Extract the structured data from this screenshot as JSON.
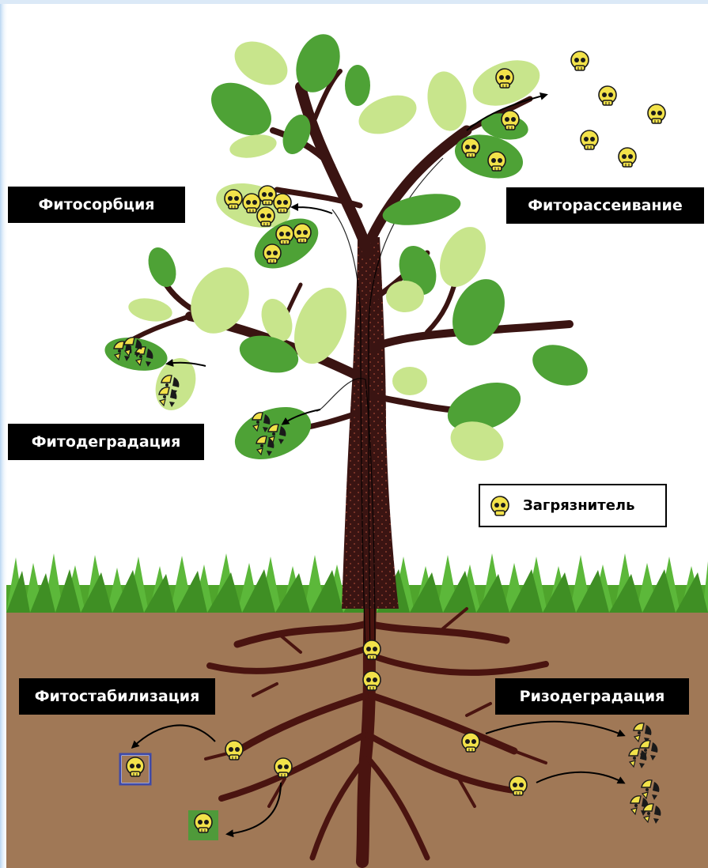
{
  "labels": {
    "phytosorption": "Фитосорбция",
    "phytovolatilization": "Фиторассеивание",
    "phytodegradation": "Фитодеградация",
    "phytostabilization": "Фитостабилизация",
    "rhizodegradation": "Ризодеградация"
  },
  "legend": {
    "icon": "pollutant-skull-icon",
    "label": "Загрязнитель"
  },
  "colors": {
    "soil": "#a07856",
    "trunk": "#3a1412",
    "leaf_dark": "#4ea236",
    "leaf_light": "#c8e58c",
    "grass": "#4fa52c",
    "pollutant": "#f2e24a",
    "stabilized_blue": "#3f4aa8",
    "stabilized_green": "#4f9a3a",
    "side_gradient": "#cfe3f5"
  }
}
